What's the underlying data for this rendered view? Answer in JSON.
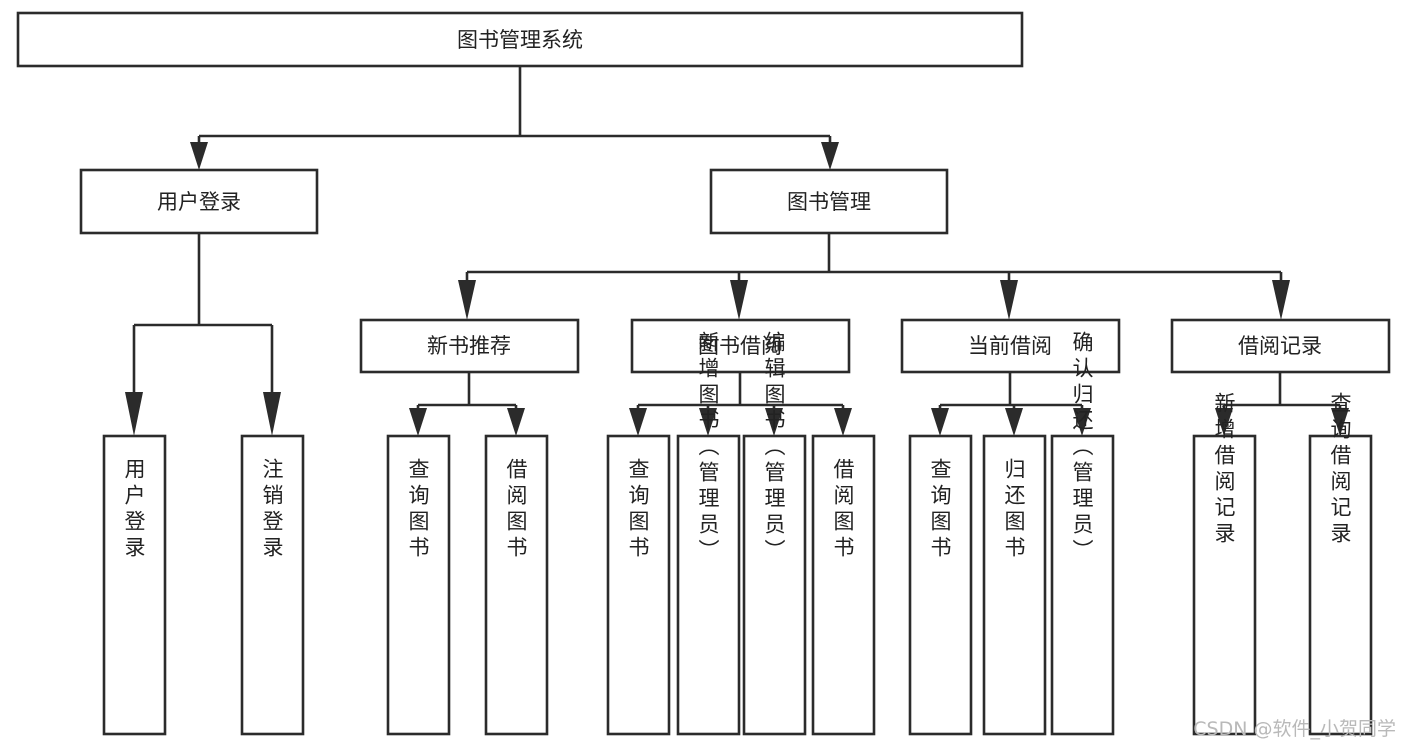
{
  "diagram": {
    "title": "图书管理系统",
    "type": "tree-hierarchy",
    "root": {
      "id": "root",
      "label": "图书管理系统"
    },
    "level2": [
      {
        "id": "user-login",
        "label": "用户登录"
      },
      {
        "id": "book-manage",
        "label": "图书管理"
      }
    ],
    "level3": [
      {
        "id": "new-book-rec",
        "label": "新书推荐",
        "parent": "book-manage"
      },
      {
        "id": "book-borrow",
        "label": "图书借阅",
        "parent": "book-manage"
      },
      {
        "id": "current-borrow",
        "label": "当前借阅",
        "parent": "book-manage"
      },
      {
        "id": "borrow-record",
        "label": "借阅记录",
        "parent": "book-manage"
      }
    ],
    "leaves": [
      {
        "id": "leaf-user-login",
        "label": "用户登录",
        "parent": "user-login"
      },
      {
        "id": "leaf-user-logout",
        "label": "注销登录",
        "parent": "user-login"
      },
      {
        "id": "leaf-query-book-1",
        "label": "查询图书",
        "parent": "new-book-rec"
      },
      {
        "id": "leaf-borrow-book-1",
        "label": "借阅图书",
        "parent": "new-book-rec"
      },
      {
        "id": "leaf-query-book-2",
        "label": "查询图书",
        "parent": "book-borrow"
      },
      {
        "id": "leaf-add-book",
        "label": "新增图书（管理员）",
        "parent": "book-borrow"
      },
      {
        "id": "leaf-edit-book",
        "label": "编辑图书（管理员）",
        "parent": "book-borrow"
      },
      {
        "id": "leaf-borrow-book-2",
        "label": "借阅图书",
        "parent": "book-borrow"
      },
      {
        "id": "leaf-query-book-3",
        "label": "查询图书",
        "parent": "current-borrow"
      },
      {
        "id": "leaf-return-book",
        "label": "归还图书",
        "parent": "current-borrow"
      },
      {
        "id": "leaf-confirm-return",
        "label": "确认归还（管理员）",
        "parent": "current-borrow"
      },
      {
        "id": "leaf-add-record",
        "label": "新增借阅记录",
        "parent": "borrow-record"
      },
      {
        "id": "leaf-query-record",
        "label": "查询借阅记录",
        "parent": "borrow-record"
      }
    ]
  },
  "watermark": {
    "text": "CSDN @软件_小贺同学"
  },
  "colors": {
    "stroke": "#2b2b2b",
    "fill": "#ffffff",
    "text": "#222222",
    "watermark": "#b9b9b9",
    "background": "#ffffff"
  }
}
